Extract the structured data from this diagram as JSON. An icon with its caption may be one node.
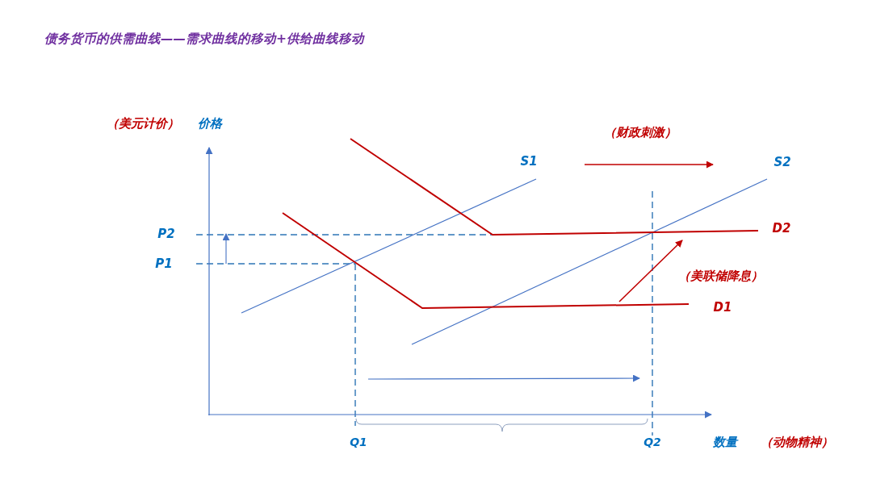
{
  "diagram": {
    "title": "债务货币的供需曲线——需求曲线的移动+供给曲线移动",
    "labels": [
      "（美元计价）",
      "价格",
      "（财政刺激）",
      "S1",
      "S2",
      "D2",
      "P2",
      "P1",
      "（美联储降息）",
      "D1",
      "Q1",
      "Q2",
      "数量",
      "（动物精神）"
    ]
  }
}
